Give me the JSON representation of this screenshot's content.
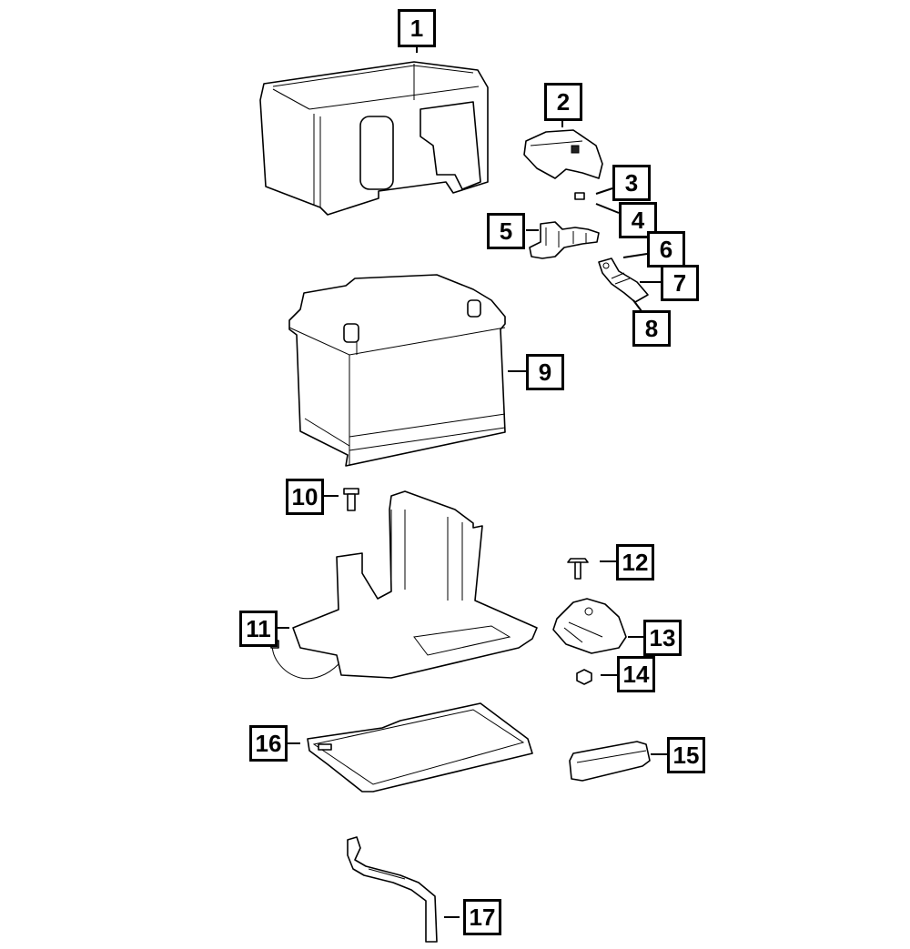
{
  "diagram": {
    "type": "exploded-parts-diagram",
    "subject": "battery, tray and related parts",
    "callouts": [
      {
        "number": "1",
        "part": "battery-insulator-box"
      },
      {
        "number": "2",
        "part": "terminal-cover"
      },
      {
        "number": "3",
        "part": "small-clip"
      },
      {
        "number": "4",
        "part": "small-clip-leader"
      },
      {
        "number": "5",
        "part": "battery-terminal-fuse-block"
      },
      {
        "number": "6",
        "part": "cable-terminal"
      },
      {
        "number": "7",
        "part": "cable-terminal-sleeve"
      },
      {
        "number": "8",
        "part": "cable-terminal-end"
      },
      {
        "number": "9",
        "part": "battery"
      },
      {
        "number": "10",
        "part": "bolt"
      },
      {
        "number": "11",
        "part": "battery-tray-with-harness"
      },
      {
        "number": "12",
        "part": "bolt"
      },
      {
        "number": "13",
        "part": "bracket"
      },
      {
        "number": "14",
        "part": "nut"
      },
      {
        "number": "15",
        "part": "cover"
      },
      {
        "number": "16",
        "part": "tray-liner"
      },
      {
        "number": "17",
        "part": "vent-tube"
      }
    ]
  }
}
